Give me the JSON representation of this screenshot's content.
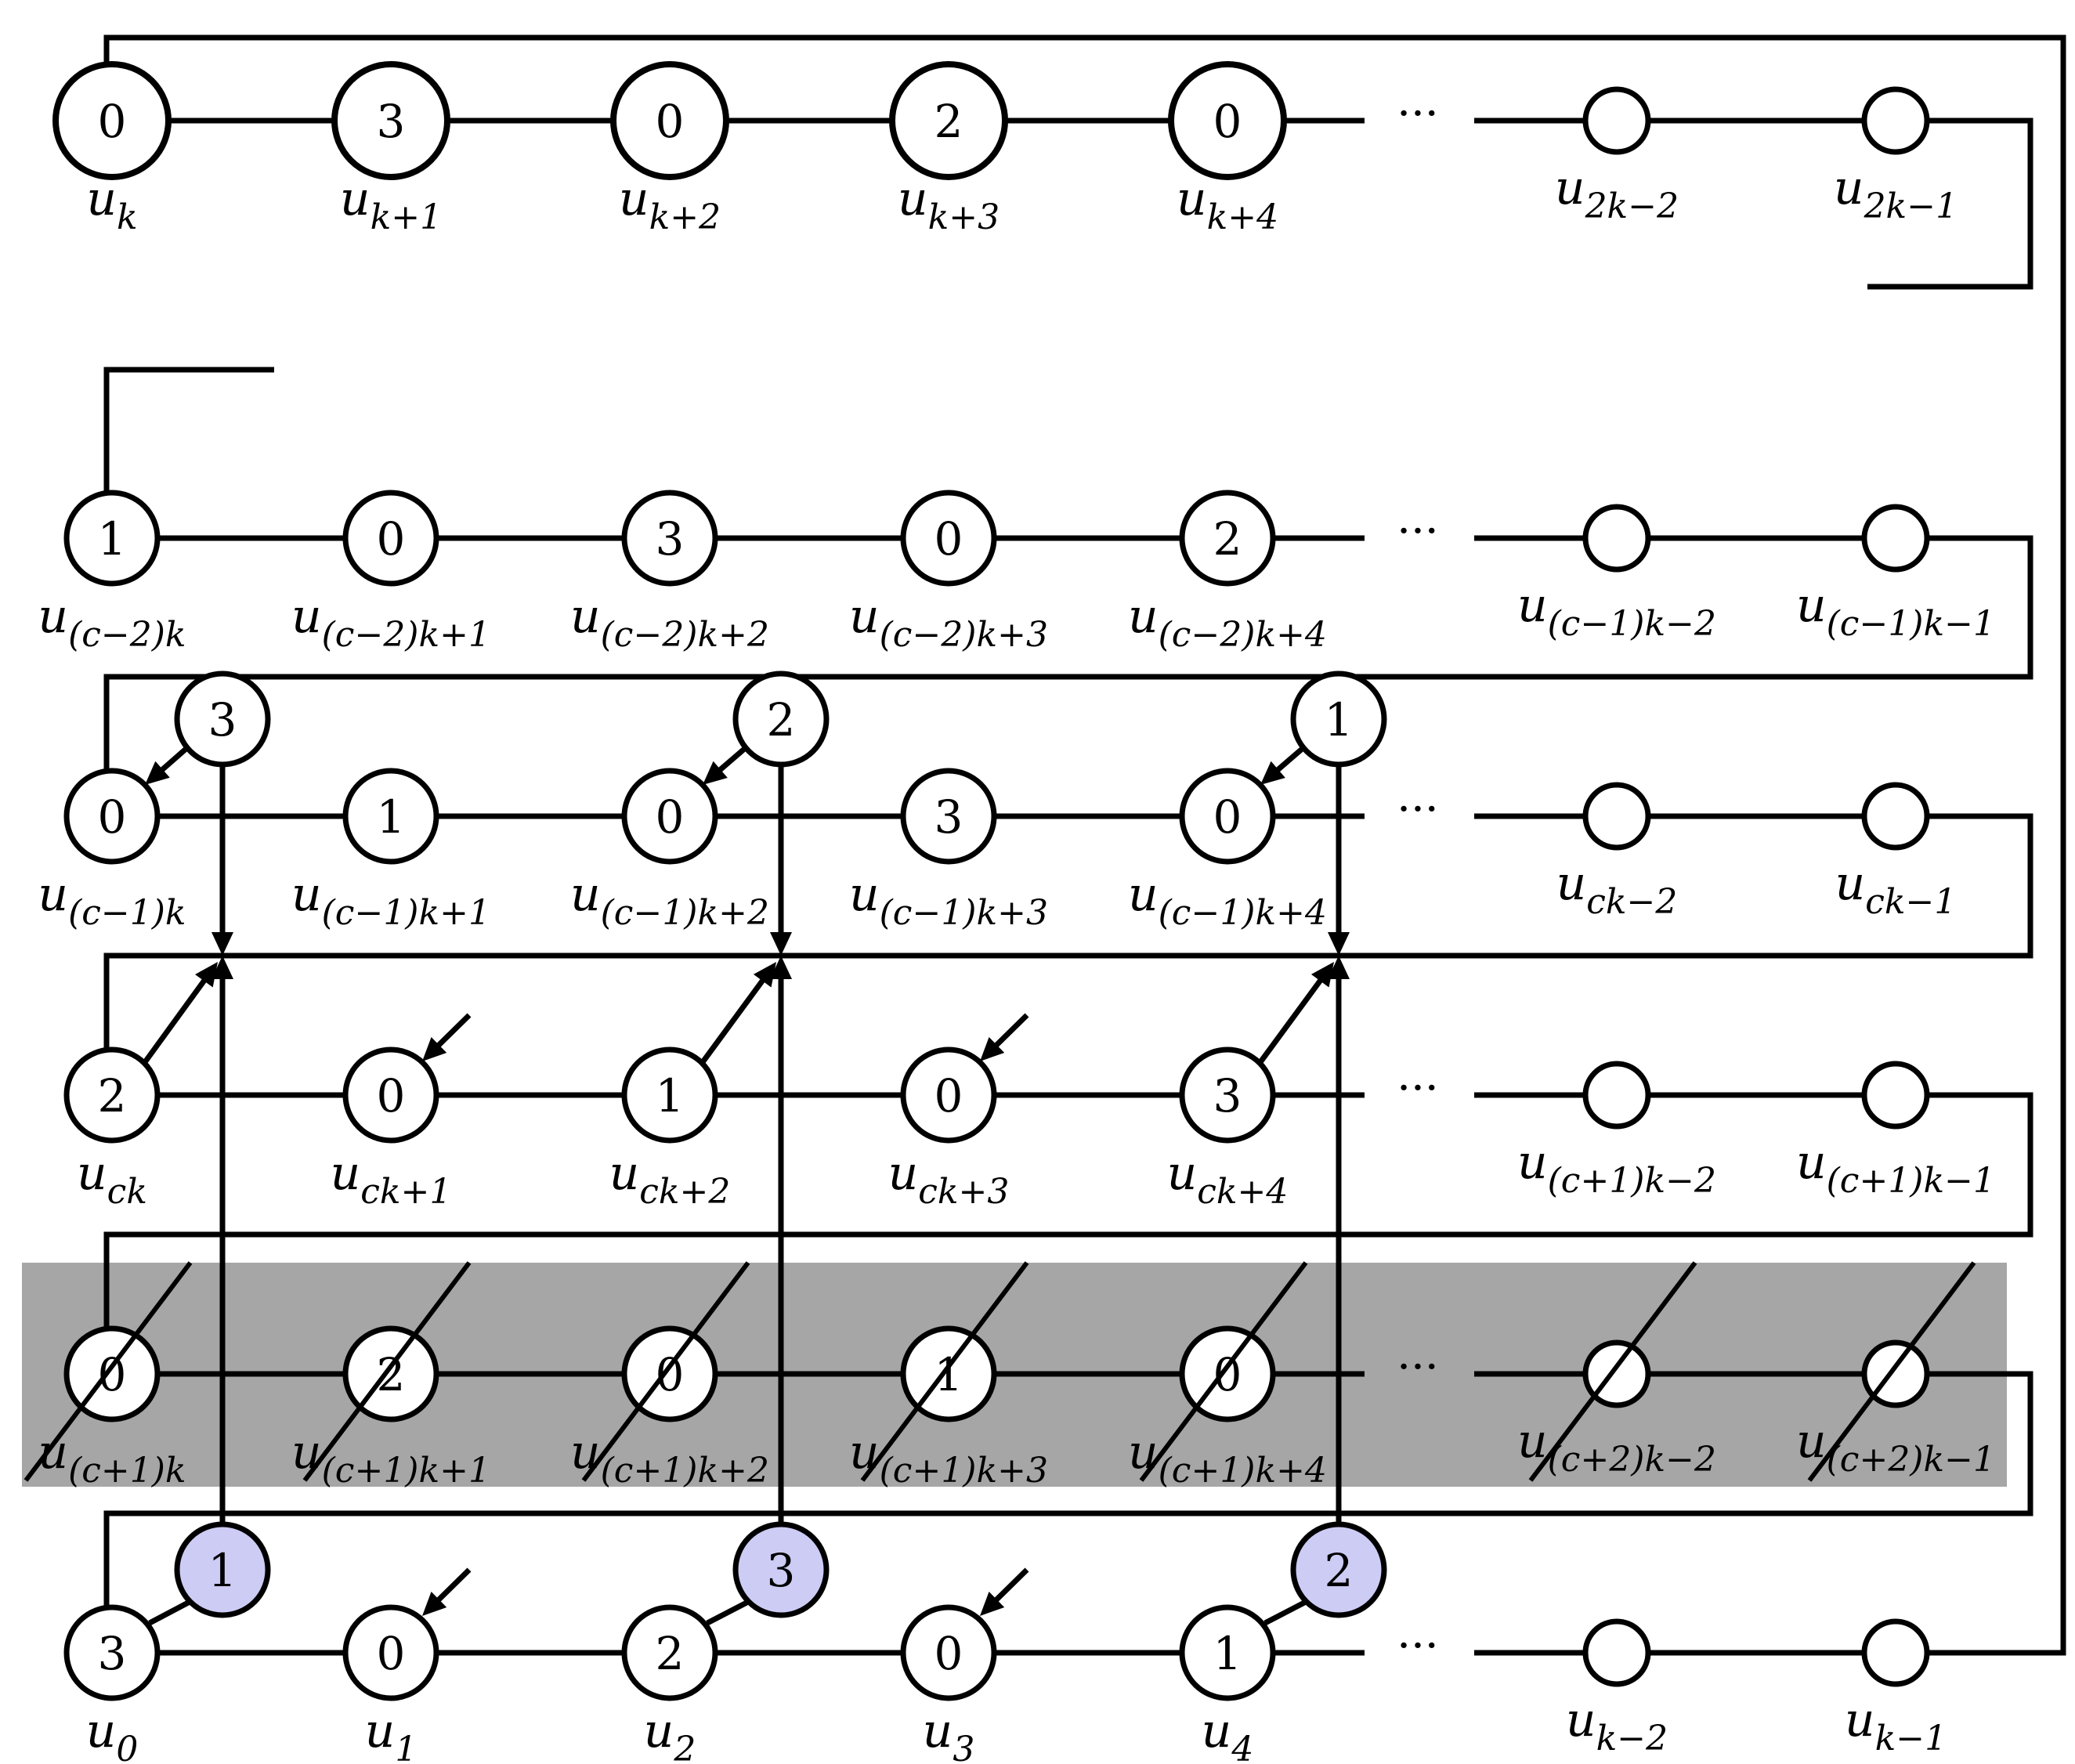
{
  "colors": {
    "line": "#000000",
    "node_fill": "#ffffff",
    "highlight_fill": "#ccccf5",
    "removed_band": "#a6a6a6"
  },
  "ellipsis": "···",
  "rows": [
    {
      "id": "row-k",
      "nodes": [
        {
          "value": "0",
          "label": "u",
          "sub": "k"
        },
        {
          "value": "3",
          "label": "u",
          "sub": "k+1"
        },
        {
          "value": "0",
          "label": "u",
          "sub": "k+2"
        },
        {
          "value": "2",
          "label": "u",
          "sub": "k+3"
        },
        {
          "value": "0",
          "label": "u",
          "sub": "k+4"
        },
        {
          "value": "",
          "label": "u",
          "sub": "2k−2"
        },
        {
          "value": "",
          "label": "u",
          "sub": "2k−1"
        }
      ]
    },
    {
      "id": "row-c-2",
      "nodes": [
        {
          "value": "1",
          "label": "u",
          "sub": "(c−2)k"
        },
        {
          "value": "0",
          "label": "u",
          "sub": "(c−2)k+1"
        },
        {
          "value": "3",
          "label": "u",
          "sub": "(c−2)k+2"
        },
        {
          "value": "0",
          "label": "u",
          "sub": "(c−2)k+3"
        },
        {
          "value": "2",
          "label": "u",
          "sub": "(c−2)k+4"
        },
        {
          "value": "",
          "label": "u",
          "sub": "(c−1)k−2"
        },
        {
          "value": "",
          "label": "u",
          "sub": "(c−1)k−1"
        }
      ]
    },
    {
      "id": "row-c-1",
      "nodes": [
        {
          "value": "0",
          "label": "u",
          "sub": "(c−1)k"
        },
        {
          "value": "1",
          "label": "u",
          "sub": "(c−1)k+1"
        },
        {
          "value": "0",
          "label": "u",
          "sub": "(c−1)k+2"
        },
        {
          "value": "3",
          "label": "u",
          "sub": "(c−1)k+3"
        },
        {
          "value": "0",
          "label": "u",
          "sub": "(c−1)k+4"
        },
        {
          "value": "",
          "label": "u",
          "sub": "ck−2"
        },
        {
          "value": "",
          "label": "u",
          "sub": "ck−1"
        }
      ],
      "satellites": [
        "3",
        "2",
        "1"
      ]
    },
    {
      "id": "row-c",
      "nodes": [
        {
          "value": "2",
          "label": "u",
          "sub": "ck"
        },
        {
          "value": "0",
          "label": "u",
          "sub": "ck+1"
        },
        {
          "value": "1",
          "label": "u",
          "sub": "ck+2"
        },
        {
          "value": "0",
          "label": "u",
          "sub": "ck+3"
        },
        {
          "value": "3",
          "label": "u",
          "sub": "ck+4"
        },
        {
          "value": "",
          "label": "u",
          "sub": "(c+1)k−2"
        },
        {
          "value": "",
          "label": "u",
          "sub": "(c+1)k−1"
        }
      ]
    },
    {
      "id": "row-c+1",
      "removed": true,
      "nodes": [
        {
          "value": "0",
          "label": "u",
          "sub": "(c+1)k"
        },
        {
          "value": "2",
          "label": "u",
          "sub": "(c+1)k+1"
        },
        {
          "value": "0",
          "label": "u",
          "sub": "(c+1)k+2"
        },
        {
          "value": "1",
          "label": "u",
          "sub": "(c+1)k+3"
        },
        {
          "value": "0",
          "label": "u",
          "sub": "(c+1)k+4"
        },
        {
          "value": "",
          "label": "u",
          "sub": "(c+2)k−2"
        },
        {
          "value": "",
          "label": "u",
          "sub": "(c+2)k−1"
        }
      ]
    },
    {
      "id": "row-0",
      "nodes": [
        {
          "value": "3",
          "label": "u",
          "sub": "0"
        },
        {
          "value": "0",
          "label": "u",
          "sub": "1"
        },
        {
          "value": "2",
          "label": "u",
          "sub": "2"
        },
        {
          "value": "0",
          "label": "u",
          "sub": "3"
        },
        {
          "value": "1",
          "label": "u",
          "sub": "4"
        },
        {
          "value": "",
          "label": "u",
          "sub": "k−2"
        },
        {
          "value": "",
          "label": "u",
          "sub": "k−1"
        }
      ],
      "satellites": [
        "1",
        "3",
        "2"
      ]
    }
  ]
}
